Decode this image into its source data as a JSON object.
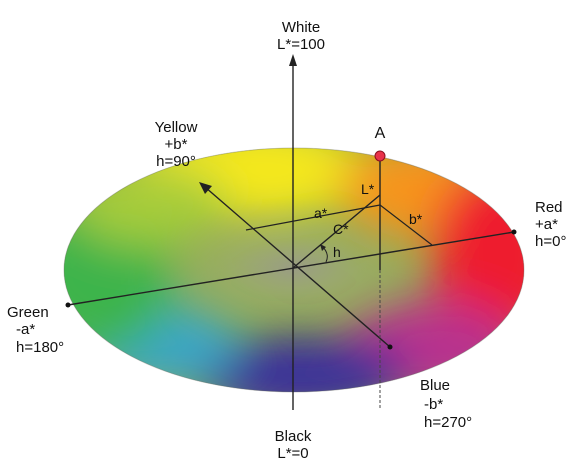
{
  "labels": {
    "white": "White",
    "white_l": "L*=100",
    "black": "Black",
    "black_l": "L*=0",
    "yellow": "Yellow",
    "yellow_b": "+b*",
    "yellow_h": "h=90°",
    "red": "Red",
    "red_a": "+a*",
    "red_h": "h=0°",
    "green": "Green",
    "green_a": "-a*",
    "green_h": "h=180°",
    "blue": "Blue",
    "blue_b": "-b*",
    "blue_h": "h=270°",
    "point": "A",
    "a_star": "a*",
    "b_star": "b*",
    "l_star": "L*",
    "c_star": "C*",
    "h": "h"
  },
  "colors": {
    "yellow": "#f5e81e",
    "red": "#ee1c2e",
    "green": "#3cb44b",
    "blue": "#3a2f9a",
    "cyan": "#3aa6c8",
    "magenta": "#b8308e",
    "orange": "#f7941d",
    "point_marker": "#e8324a"
  }
}
